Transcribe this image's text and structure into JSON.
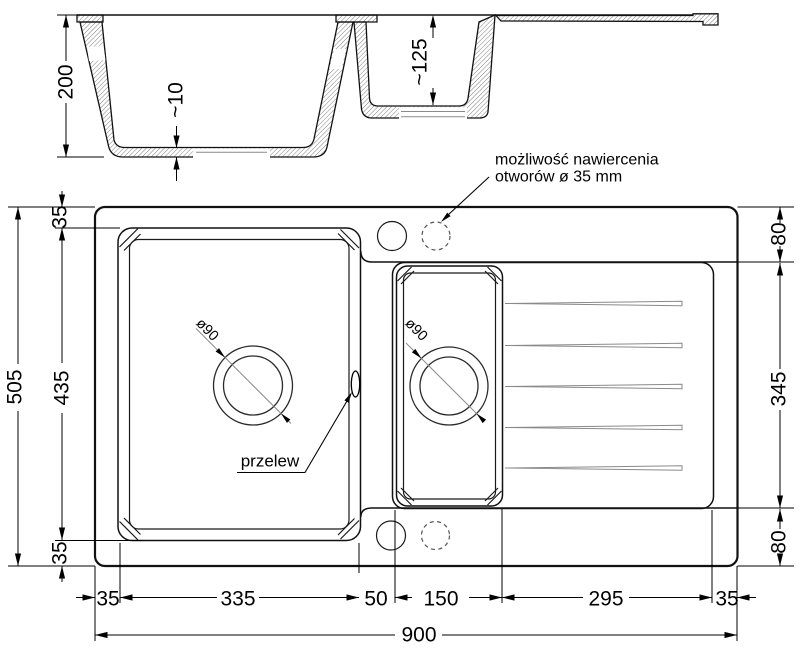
{
  "section_view": {
    "depth_main": "200",
    "floor_thickness": "~10",
    "depth_small": "~125"
  },
  "plan_view": {
    "left_dims": {
      "margin_top": "35",
      "bowl_height": "435",
      "margin_bottom": "35",
      "overall_height": "505"
    },
    "right_dims": {
      "deck_top": "80",
      "drainer_height": "345",
      "deck_bottom": "80"
    },
    "bottom_dims": {
      "margin_left": "35",
      "main_bowl_width": "335",
      "divider": "50",
      "small_bowl_width": "150",
      "drainer_width": "295",
      "margin_right": "35",
      "overall_width": "900"
    },
    "drain_main_label": "ø90",
    "drain_small_label": "ø90",
    "overflow_label": "przelew",
    "callout": {
      "line1": "możliwość nawiercenia",
      "line2": "otworów ø 35 mm"
    }
  },
  "colors": {
    "line": "#000000",
    "secondary": "#8a8a8a",
    "background": "#ffffff"
  }
}
